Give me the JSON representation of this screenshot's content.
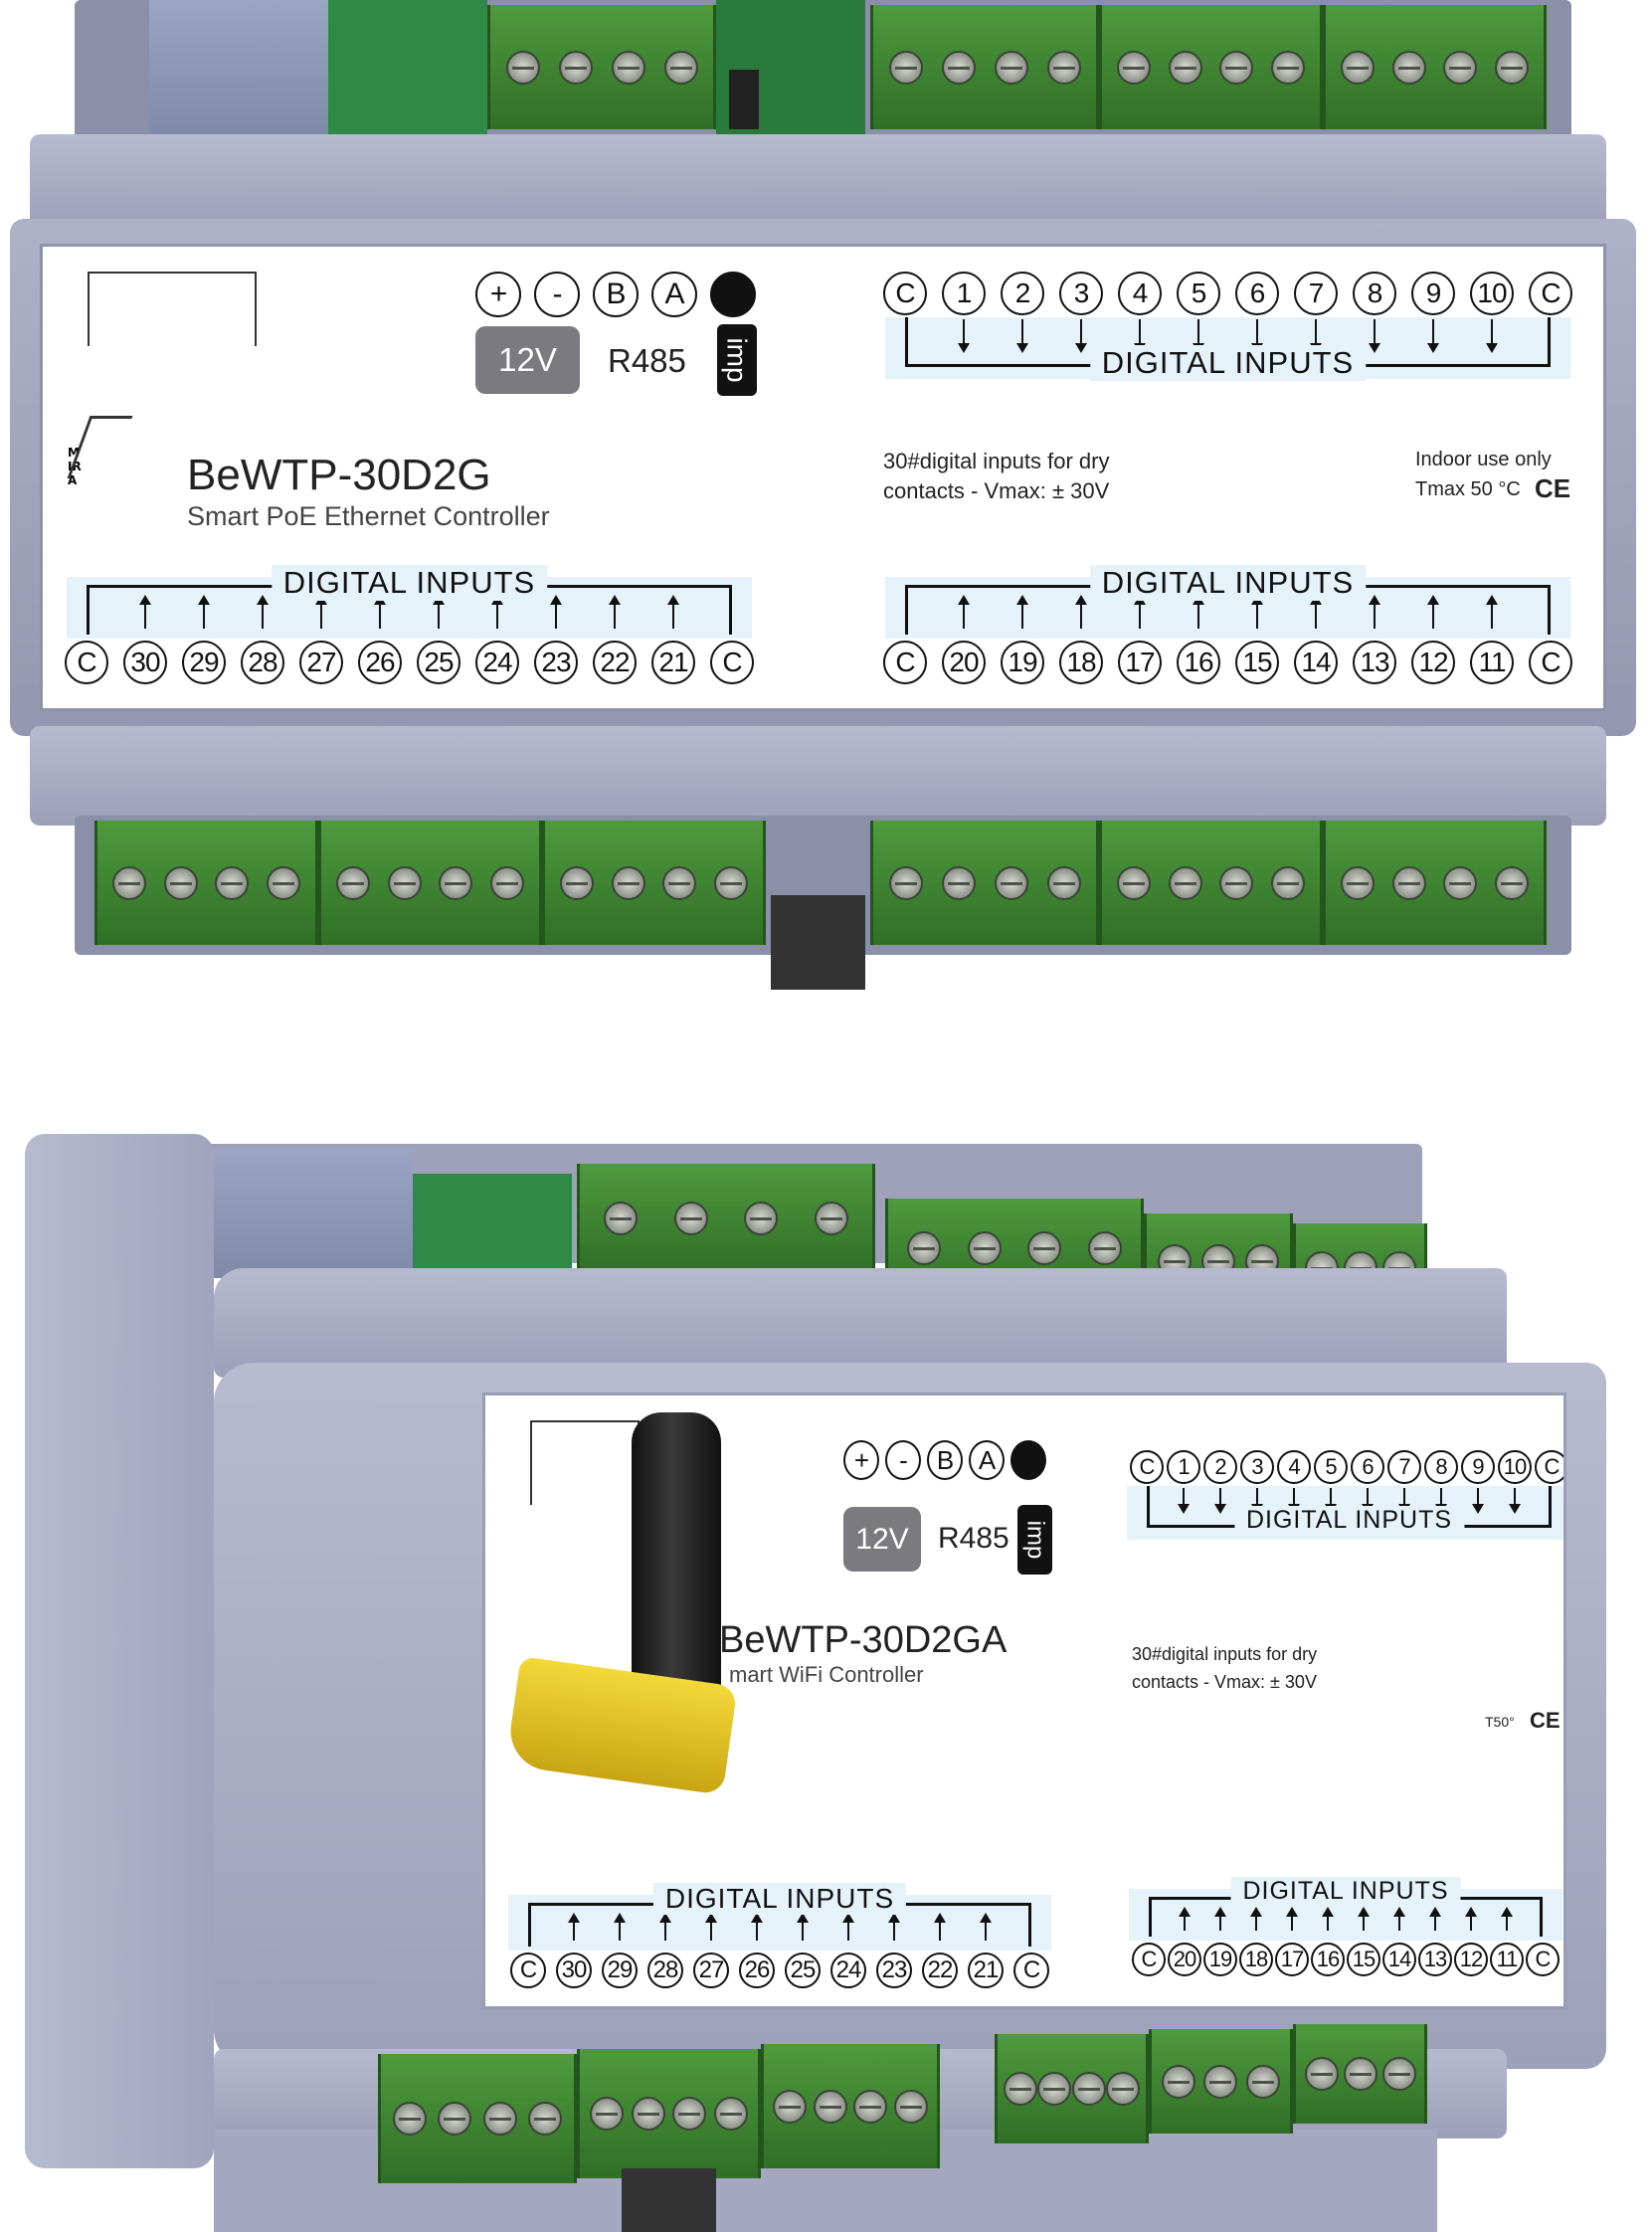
{
  "device1": {
    "model": "BeWTP-30D2G",
    "subtitle": "Smart PoE Ethernet Controller",
    "brand": "MIRA",
    "power_terminals": [
      "+",
      "-",
      "B",
      "A",
      ""
    ],
    "voltage": "12V",
    "bus": "R485",
    "imp": "imp",
    "description_line1": "30#digital inputs for dry",
    "description_line2": "contacts  - Vmax:  ± 30V",
    "indoor": "Indoor use only",
    "tmax": "Tmax 50 °C",
    "ce": "CE",
    "band_title": "DIGITAL  INPUTS",
    "top_right_terminals": [
      "C",
      "1",
      "2",
      "3",
      "4",
      "5",
      "6",
      "7",
      "8",
      "9",
      "10",
      "C"
    ],
    "bottom_left_terminals": [
      "C",
      "30",
      "29",
      "28",
      "27",
      "26",
      "25",
      "24",
      "23",
      "22",
      "21",
      "C"
    ],
    "bottom_right_terminals": [
      "C",
      "20",
      "19",
      "18",
      "17",
      "16",
      "15",
      "14",
      "13",
      "12",
      "11",
      "C"
    ]
  },
  "device2": {
    "model": "BeWTP-30D2GA",
    "subtitle": "mart WiFi Controller",
    "power_terminals": [
      "+",
      "-",
      "B",
      "A",
      ""
    ],
    "voltage": "12V",
    "bus": "R485",
    "imp": "imp",
    "description_line1": "30#digital inputs for dry",
    "description_line2": "contacts  - Vmax:  ± 30V",
    "tmax": "T50°",
    "ce": "CE",
    "band_title": "DIGITAL  INPUTS",
    "top_right_terminals": [
      "C",
      "1",
      "2",
      "3",
      "4",
      "5",
      "6",
      "7",
      "8",
      "9",
      "10",
      "C"
    ],
    "bottom_left_terminals": [
      "C",
      "30",
      "29",
      "28",
      "27",
      "26",
      "25",
      "24",
      "23",
      "22",
      "21",
      "C"
    ],
    "bottom_right_terminals": [
      "C",
      "20",
      "19",
      "18",
      "17",
      "16",
      "15",
      "14",
      "13",
      "12",
      "11",
      "C"
    ]
  },
  "colors": {
    "terminal_green": "#3f8a32",
    "housing": "#a3a6be",
    "label_band": "#e6f2f9",
    "antenna_gold": "#e5c21f"
  }
}
